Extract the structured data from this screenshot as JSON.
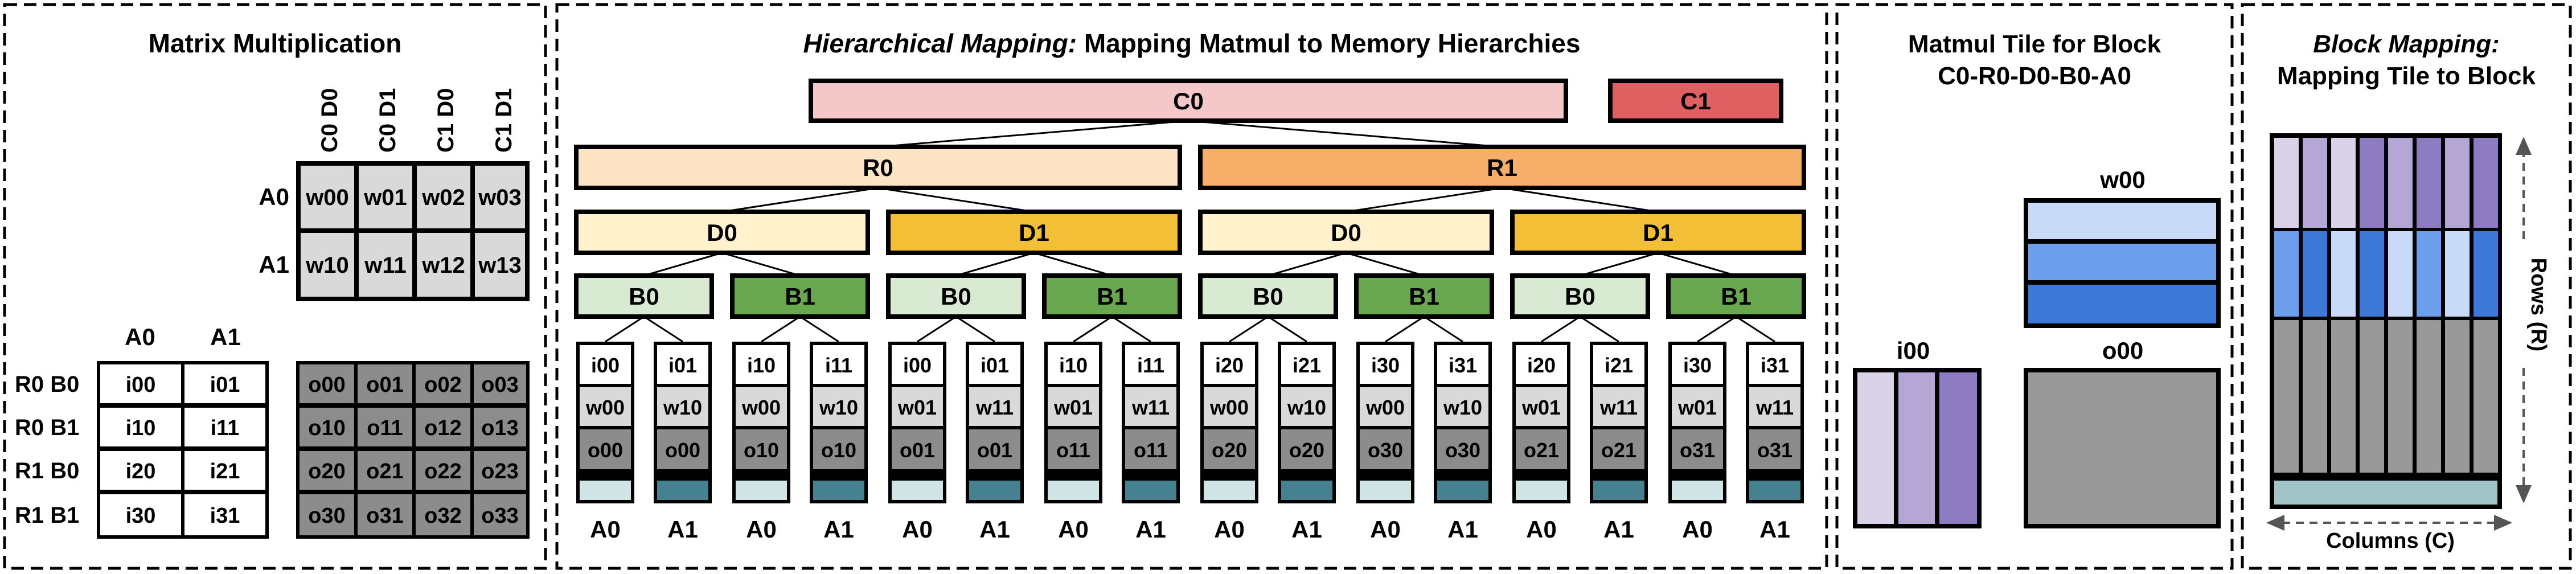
{
  "panels": {
    "matrix": {
      "title": "Matrix Multiplication",
      "col_headers": [
        "C0 D0",
        "C0 D1",
        "C1 D0",
        "C1 D1"
      ],
      "weight_row_labels": [
        "A0",
        "A1"
      ],
      "weights": [
        [
          "w00",
          "w01",
          "w02",
          "w03"
        ],
        [
          "w10",
          "w11",
          "w12",
          "w13"
        ]
      ],
      "input_col_labels": [
        "A0",
        "A1"
      ],
      "input_row_labels": [
        "R0 B0",
        "R0 B1",
        "R1 B0",
        "R1 B1"
      ],
      "inputs": [
        [
          "i00",
          "i01"
        ],
        [
          "i10",
          "i11"
        ],
        [
          "i20",
          "i21"
        ],
        [
          "i30",
          "i31"
        ]
      ],
      "outputs": [
        [
          "o00",
          "o01",
          "o02",
          "o03"
        ],
        [
          "o10",
          "o11",
          "o12",
          "o13"
        ],
        [
          "o20",
          "o21",
          "o22",
          "o23"
        ],
        [
          "o30",
          "o31",
          "o32",
          "o33"
        ]
      ]
    },
    "hier": {
      "title_italic": "Hierarchical Mapping:",
      "title_rest": " Mapping Matmul to Memory Hierarchies",
      "level_c": [
        "C0",
        "C1"
      ],
      "level_r": [
        "R0",
        "R1"
      ],
      "level_d": [
        "D0",
        "D1",
        "D0",
        "D1"
      ],
      "level_b": [
        "B0",
        "B1",
        "B0",
        "B1",
        "B0",
        "B1",
        "B0",
        "B1"
      ],
      "tiles": [
        {
          "i": "i00",
          "w": "w00",
          "o": "o00",
          "a": "A0"
        },
        {
          "i": "i01",
          "w": "w10",
          "o": "o00",
          "a": "A1"
        },
        {
          "i": "i10",
          "w": "w00",
          "o": "o10",
          "a": "A0"
        },
        {
          "i": "i11",
          "w": "w10",
          "o": "o10",
          "a": "A1"
        },
        {
          "i": "i00",
          "w": "w01",
          "o": "o01",
          "a": "A0"
        },
        {
          "i": "i01",
          "w": "w11",
          "o": "o01",
          "a": "A1"
        },
        {
          "i": "i10",
          "w": "w01",
          "o": "o11",
          "a": "A0"
        },
        {
          "i": "i11",
          "w": "w11",
          "o": "o11",
          "a": "A1"
        },
        {
          "i": "i20",
          "w": "w00",
          "o": "o20",
          "a": "A0"
        },
        {
          "i": "i21",
          "w": "w10",
          "o": "o20",
          "a": "A1"
        },
        {
          "i": "i30",
          "w": "w00",
          "o": "o30",
          "a": "A0"
        },
        {
          "i": "i31",
          "w": "w10",
          "o": "o30",
          "a": "A1"
        },
        {
          "i": "i20",
          "w": "w01",
          "o": "o21",
          "a": "A0"
        },
        {
          "i": "i21",
          "w": "w11",
          "o": "o21",
          "a": "A1"
        },
        {
          "i": "i30",
          "w": "w01",
          "o": "o31",
          "a": "A0"
        },
        {
          "i": "i31",
          "w": "w11",
          "o": "o31",
          "a": "A1"
        }
      ]
    },
    "tile": {
      "title_line1": "Matmul Tile for Block",
      "title_line2": "C0-R0-D0-B0-A0",
      "w_label": "w00",
      "i_label": "i00",
      "o_label": "o00"
    },
    "block": {
      "title_italic": "Block Mapping:",
      "title_line2": "Mapping Tile to Block",
      "rows_label": "Rows (R)",
      "cols_label": "Columns (C)"
    }
  },
  "colors": {
    "c0": "#f4c7c9",
    "c1": "#e06062",
    "r0": "#fde4c4",
    "r1": "#f7ae68",
    "d0": "#fff2cc",
    "d1": "#f2bf36",
    "b0": "#d9ead3",
    "b1": "#6aa84f",
    "cell_light": "#d9d9d9",
    "cell_out": "#8c8c8c",
    "strip_light": "#d0e4e6",
    "strip_dark": "#45818e",
    "lavender1": "#d9d2e9",
    "lavender2": "#b4a7d6",
    "lavender3": "#8e7cc3",
    "blue1": "#c9daf8",
    "blue2": "#6d9eeb",
    "blue3": "#3c78d8",
    "gray": "#999999",
    "teal": "#a2c4c9"
  }
}
